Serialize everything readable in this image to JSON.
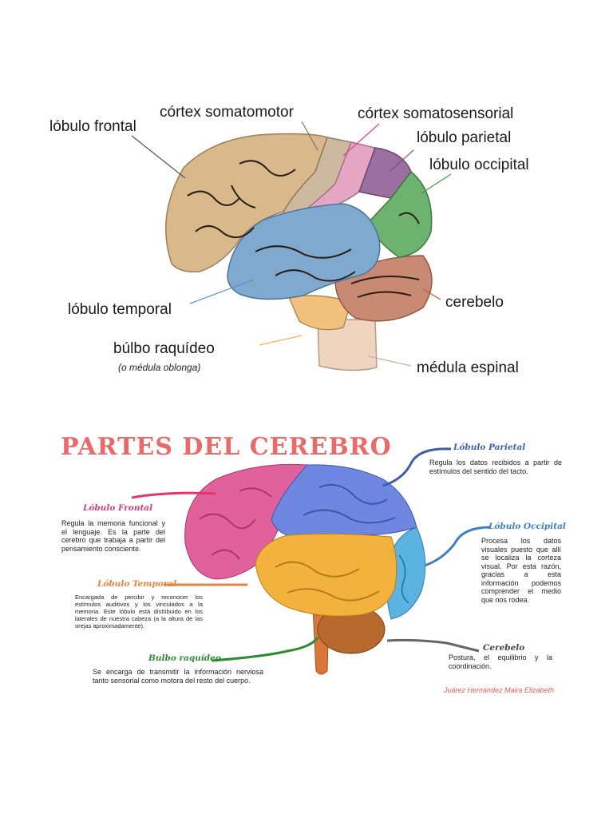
{
  "diagram1": {
    "labels": {
      "frontal": "lóbulo frontal",
      "somatomotor": "córtex somatomotor",
      "somatosensorial": "córtex somatosensorial",
      "parietal": "lóbulo parietal",
      "occipital": "lóbulo occipital",
      "temporal": "lóbulo temporal",
      "cerebelo": "cerebelo",
      "bulbo": "búlbo raquídeo",
      "bulbo_sub": "(o médula oblonga)",
      "medula": "médula espinal"
    },
    "colors": {
      "frontal": "#d9b98c",
      "somatomotor": "#cdb8a0",
      "somatosensorial": "#e5a6c4",
      "parietal": "#9b6fa0",
      "occipital": "#6db36f",
      "temporal": "#7fa9cf",
      "cerebelo": "#c98a73",
      "bulbo": "#f2c27c",
      "medula": "#efd5c0"
    }
  },
  "diagram2": {
    "title": "PARTES DEL CEREBRO",
    "sections": {
      "parietal": {
        "heading": "Lóbulo Parietal",
        "text": "Regula los datos recibidos a partir de estímulos del sentido del tacto.",
        "color": "#3f5ea8"
      },
      "frontal": {
        "heading": "Lóbulo Frontal",
        "text": "Regula la memoria funcional y el lenguaje. Es la parte del cerebro que trabaja a partir del pensamiento consciente.",
        "color": "#d93a7a"
      },
      "occipital": {
        "heading": "Lóbulo Occipital",
        "text": "Procesa los datos visuales puesto que allí se localiza la corteza visual. Por esta razón, gracias a esta información podemos comprender el medio que nos rodea.",
        "color": "#3f7fbf"
      },
      "temporal": {
        "heading": "Lóbulo Temporal",
        "text": "Encargada de percibir y reconocer los estímulos auditivos y los vinculados a la memoria. Este lóbulo está distribuido en los laterales de nuestra cabeza (a la altura de las orejas aproximadamente).",
        "color": "#e2853c"
      },
      "cerebelo": {
        "heading": "Cerebelo",
        "text": "Postura, el equilibrio y la coordinación.",
        "color": "#555555"
      },
      "bulbo": {
        "heading": "Bulbo raquídeo",
        "text": "Se encarga de transmitir la información nerviosa tanto sensorial como motora del resto del cuerpo.",
        "color": "#2f8a2f"
      }
    },
    "author": "Juárez Hernández Maira Elizabeth",
    "colors": {
      "frontal": "#e0619b",
      "parietal": "#6f87e0",
      "occipital": "#5ab3e0",
      "temporal": "#f3b23e",
      "cerebelo": "#b86a2e",
      "brainstem": "#d9773a"
    }
  }
}
